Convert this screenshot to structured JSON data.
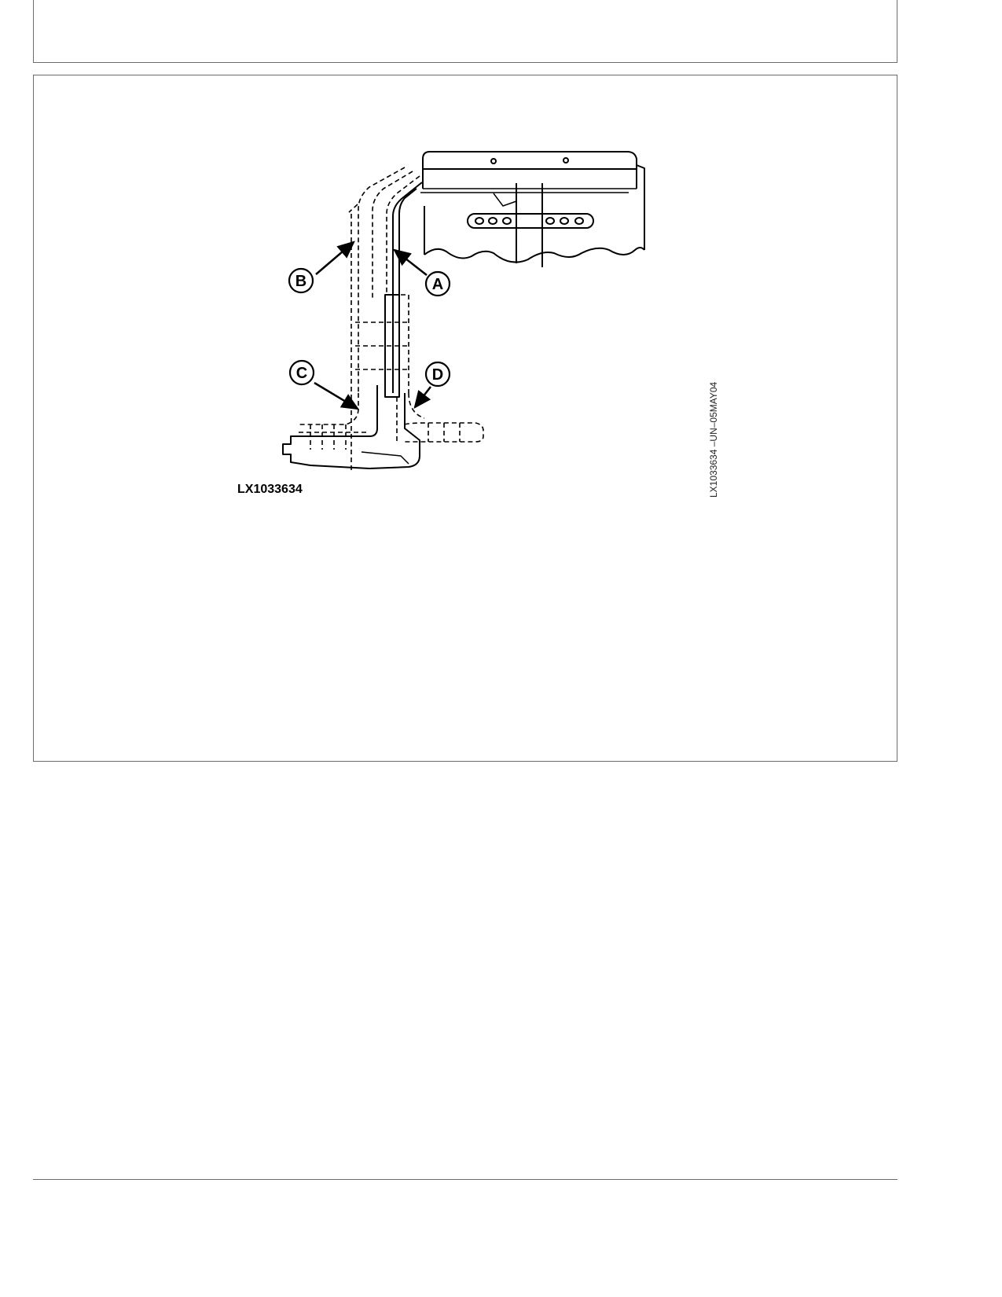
{
  "figure": {
    "id_label": "LX1033634",
    "side_code": "LX1033634    –UN–05MAY04",
    "callouts": [
      {
        "letter": "A"
      },
      {
        "letter": "B"
      },
      {
        "letter": "C"
      },
      {
        "letter": "D"
      }
    ]
  }
}
